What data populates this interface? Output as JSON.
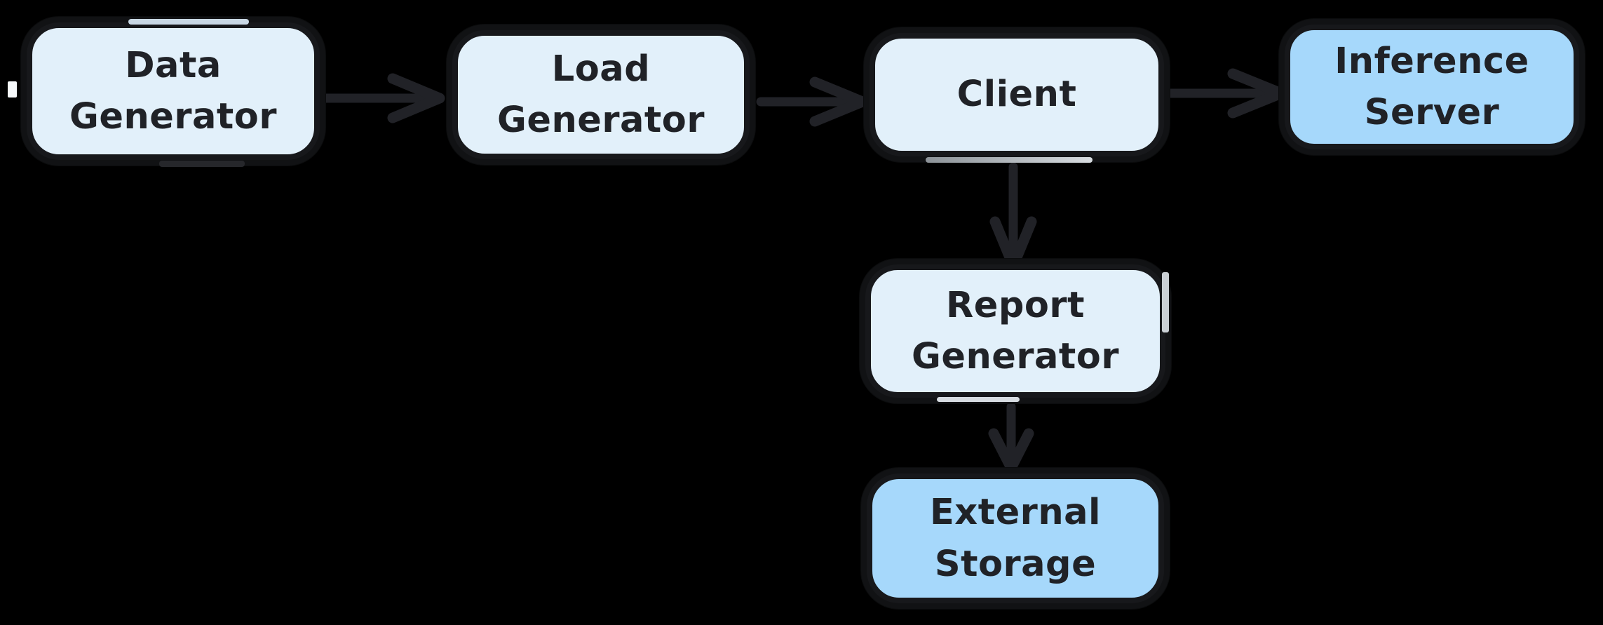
{
  "diagram": {
    "type": "flowchart",
    "style": "hand-drawn",
    "colors": {
      "bg": "#000000",
      "stroke": "#17181b",
      "arrow": "#212227",
      "text": "#202227",
      "fill-light": "#e2f0fa",
      "fill-blue": "#a6d8fb",
      "highlight": "#e8eef3"
    },
    "nodes": [
      {
        "id": "data-generator",
        "label": "Data Generator",
        "variant": "light"
      },
      {
        "id": "load-generator",
        "label": "Load Generator",
        "variant": "light"
      },
      {
        "id": "client",
        "label": "Client",
        "variant": "light"
      },
      {
        "id": "inference-server",
        "label": "Inference Server",
        "variant": "blue"
      },
      {
        "id": "report-generator",
        "label": "Report Generator",
        "variant": "light"
      },
      {
        "id": "external-storage",
        "label": "External Storage",
        "variant": "blue"
      }
    ],
    "connections": [
      {
        "from": "Data Generator",
        "to": "Load Generator",
        "direction": "right"
      },
      {
        "from": "Load Generator",
        "to": "Client",
        "direction": "right"
      },
      {
        "from": "Client",
        "to": "Inference Server",
        "direction": "right"
      },
      {
        "from": "Client",
        "to": "Report Generator",
        "direction": "down"
      },
      {
        "from": "Report Generator",
        "to": "External Storage",
        "direction": "down"
      }
    ]
  }
}
